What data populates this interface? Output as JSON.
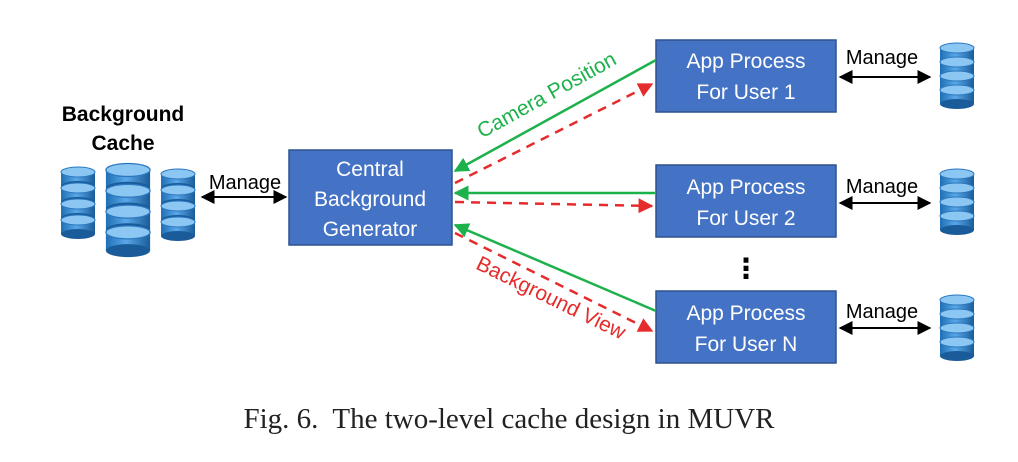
{
  "colors": {
    "box_fill": "#4472C4",
    "box_stroke": "#2F528F",
    "camera_arrow": "#1DB14B",
    "background_arrow": "#E52B2B",
    "manage_arrow": "#000000"
  },
  "cache": {
    "title_line1": "Background",
    "title_line2": "Cache"
  },
  "central": {
    "line1": "Central",
    "line2": "Background",
    "line3": "Generator"
  },
  "manage_label": "Manage",
  "processes": [
    {
      "line1": "App Process",
      "line2": "For User 1"
    },
    {
      "line1": "App Process",
      "line2": "For User 2"
    },
    {
      "line1": "App Process",
      "line2": "For User N"
    }
  ],
  "ellipsis": "⋮",
  "arrows": {
    "camera_label": "Camera Position",
    "background_label": "Background View"
  },
  "caption": "Fig. 6.  The two-level cache design in MUVR"
}
